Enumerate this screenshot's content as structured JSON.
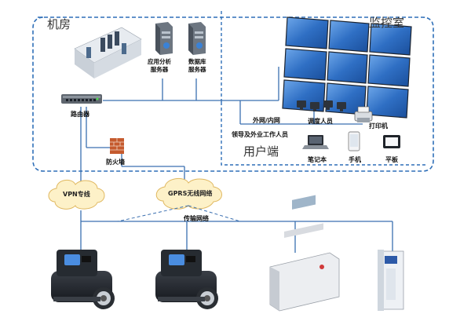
{
  "zones": {
    "machine_room": "机房",
    "monitor_room": "监控室",
    "user_end": "用户端"
  },
  "servers": {
    "app_server": [
      "应用分析",
      "服务器"
    ],
    "db_server": [
      "数据库",
      "服务器"
    ]
  },
  "network": {
    "router": "路由器",
    "firewall": "防火墙",
    "vpn": "VPN专线",
    "gprs": "GPRS无线网络",
    "transport": "传输网络",
    "wan_lan": "外网/内网"
  },
  "users": {
    "dispatcher": "调度人员",
    "printer": "打印机",
    "leaders": "领导及外业工作人员",
    "laptop": "笔记本",
    "phone": "手机",
    "tablet": "平板"
  },
  "colors": {
    "dashed_border": "#2f6fb8",
    "line": "#3a6fb0",
    "cloud_fill": "#fdf1c8",
    "cloud_stroke": "#e0b860",
    "screen_fill": "#2a62b8"
  }
}
